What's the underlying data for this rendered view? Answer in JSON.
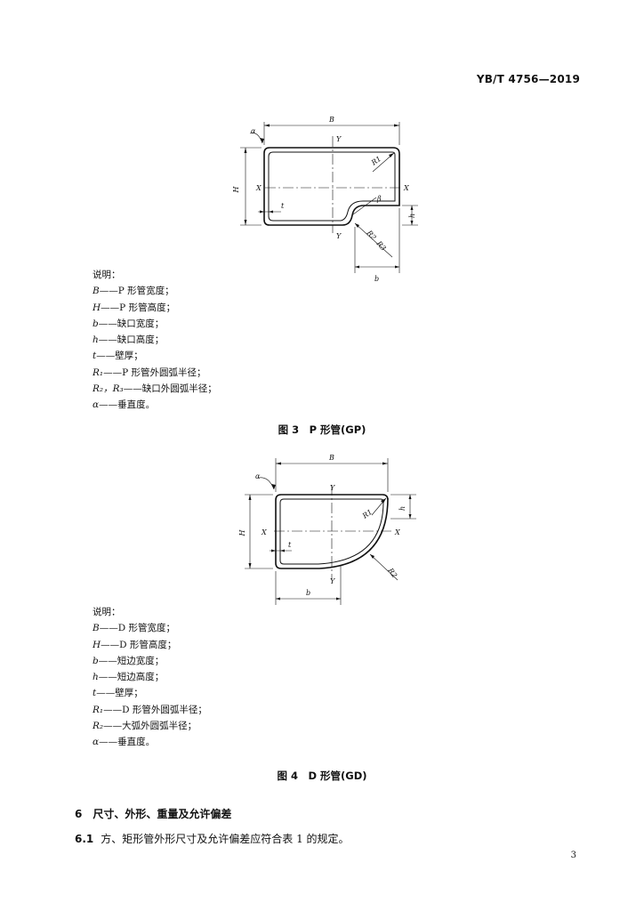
{
  "header": {
    "standard_no": "YB/T 4756—2019"
  },
  "figure3": {
    "labels": {
      "B": "B",
      "H": "H",
      "X": "X",
      "Y": "Y",
      "t": "t",
      "b": "b",
      "h": "h",
      "alpha": "α",
      "beta": "β",
      "R1": "R1",
      "R2": "R2",
      "R3": "R3"
    },
    "legend_title": "说明：",
    "legend": [
      {
        "sym": "B",
        "text": "——P 形管宽度；"
      },
      {
        "sym": "H",
        "text": "——P 形管高度；"
      },
      {
        "sym": "b",
        "text": "——缺口宽度；"
      },
      {
        "sym": "h",
        "text": "——缺口高度；"
      },
      {
        "sym": "t",
        "text": "——壁厚；"
      },
      {
        "sym": "R₁",
        "text": "——P 形管外圆弧半径；"
      },
      {
        "sym": "R₂，R₃",
        "text": "——缺口外圆弧半径；"
      },
      {
        "sym": "α",
        "text": "——垂直度。"
      }
    ],
    "caption": "图 3　P 形管(GP)"
  },
  "figure4": {
    "labels": {
      "B": "B",
      "H": "H",
      "X": "X",
      "Y": "Y",
      "t": "t",
      "b": "b",
      "h": "h",
      "alpha": "α",
      "R1": "R1",
      "R2": "R2"
    },
    "legend_title": "说明：",
    "legend": [
      {
        "sym": "B",
        "text": "——D 形管宽度；"
      },
      {
        "sym": "H",
        "text": "——D 形管高度；"
      },
      {
        "sym": "b",
        "text": "——短边宽度；"
      },
      {
        "sym": "h",
        "text": "——短边高度；"
      },
      {
        "sym": "t",
        "text": "——壁厚；"
      },
      {
        "sym": "R₁",
        "text": "——D 形管外圆弧半径；"
      },
      {
        "sym": "R₂",
        "text": "——大弧外圆弧半径；"
      },
      {
        "sym": "α",
        "text": "——垂直度。"
      }
    ],
    "caption": "图 4　D 形管(GD)"
  },
  "section6": {
    "heading": "6　尺寸、外形、重量及允许偏差"
  },
  "clause61": {
    "number": "6.1",
    "text": "方、矩形管外形尺寸及允许偏差应符合表 1 的规定。"
  },
  "footer": {
    "page_number": "3"
  }
}
